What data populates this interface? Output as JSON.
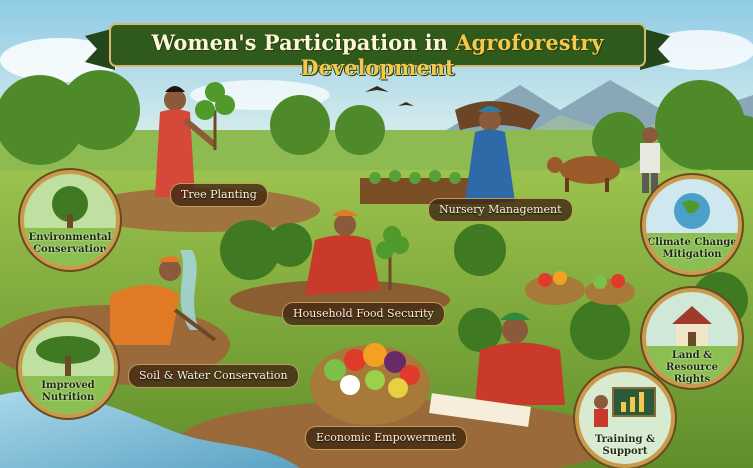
{
  "banner": {
    "title_part1": "Women's Participation in ",
    "title_part2": "Agroforestry Development"
  },
  "labels": {
    "tree_planting": "Tree Planting",
    "nursery_management": "Nursery Management",
    "household_food_security": "Household Food Security",
    "soil_water_conservation": "Soil & Water Conservation",
    "economic_empowerment": "Economic Empowerment"
  },
  "badges": {
    "environmental_conservation": {
      "line1": "Environmental",
      "line2": "Conservation"
    },
    "improved_nutrition": {
      "line1": "Improved",
      "line2": "Nutrition"
    },
    "climate_change_mitigation": {
      "line1": "Climate Change",
      "line2": "Mitigation"
    },
    "land_resource_rights": {
      "line1": "Land & Resource",
      "line2": "Rights"
    },
    "training_support": {
      "line1": "Training & Support"
    }
  },
  "colors": {
    "sky": "#bfe3f0",
    "grass": "#7fae3a",
    "soil": "#9a6a3a",
    "banner_green": "#2f5a1c",
    "badge_border": "#c89a4c",
    "label_bg": "#42281280"
  }
}
